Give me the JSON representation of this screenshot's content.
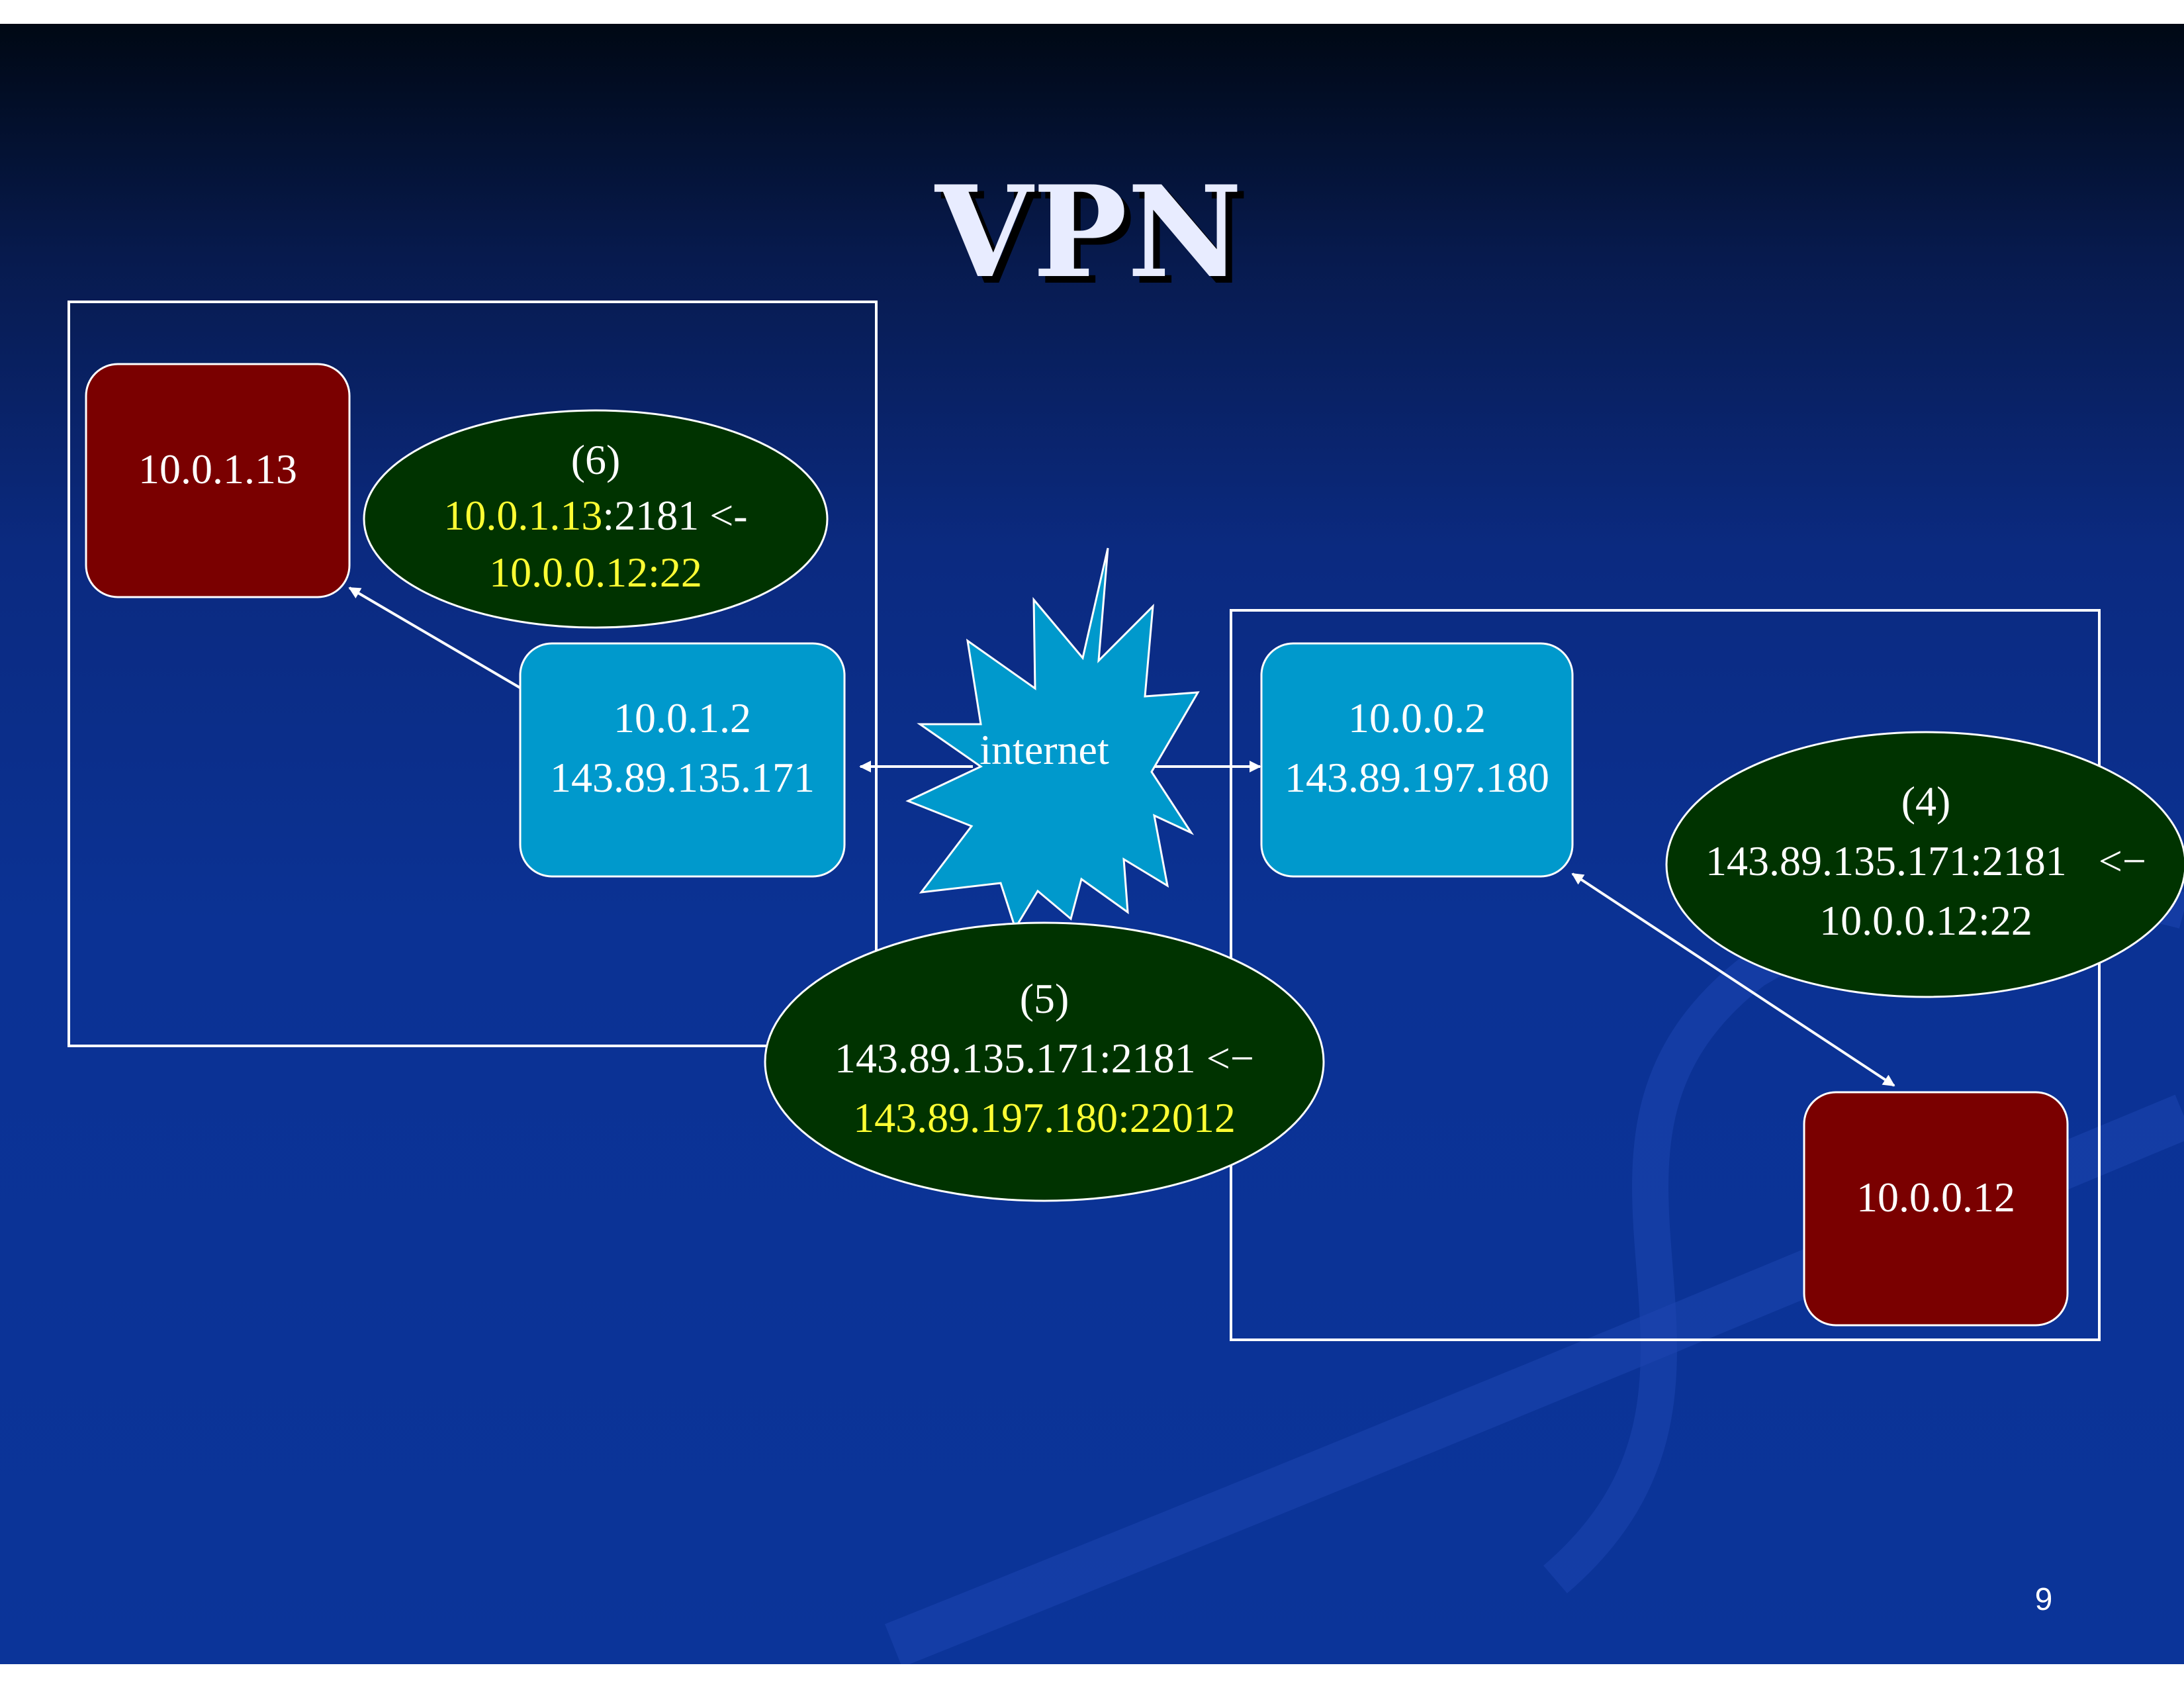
{
  "slide": {
    "title": "VPN",
    "page_number": "9"
  },
  "colors": {
    "host": "#7a0000",
    "gateway": "#0099cc",
    "note": "#003300",
    "highlight": "#ffff33",
    "text": "#ffffff"
  },
  "left_network": {
    "host_ip": "10.0.1.13",
    "gateway_lines": [
      "10.0.1.2",
      "143.89.135.171"
    ],
    "note_step": "(6)",
    "note_line2": {
      "dst_ip": "10.0.1.13",
      "dst_port": ":2181 <-"
    },
    "note_line3": "10.0.0.12:22"
  },
  "internet": {
    "label": "internet"
  },
  "right_network": {
    "gateway_lines": [
      "10.0.0.2",
      "143.89.197.180"
    ],
    "host_ip": "10.0.0.12",
    "note_step": "(4)",
    "note_lines": [
      "143.89.135.171:2181   <−",
      "10.0.0.12:22"
    ]
  },
  "middle_note": {
    "step": "(5)",
    "line2": "143.89.135.171:2181 <−",
    "line3": "143.89.197.180:22012"
  }
}
